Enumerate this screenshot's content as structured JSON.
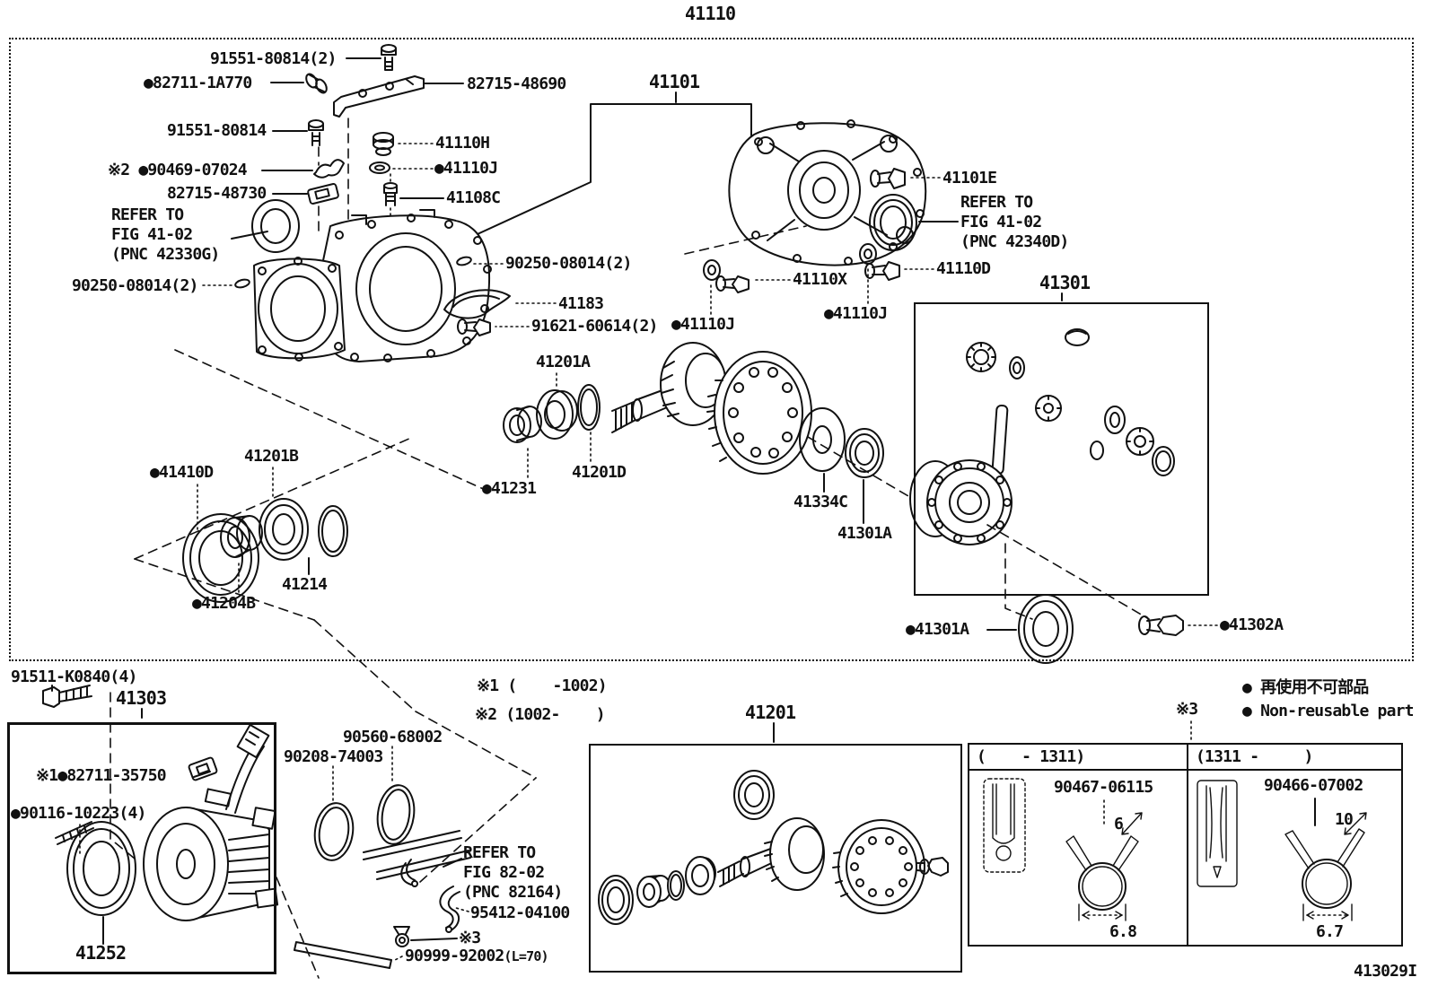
{
  "page": {
    "background": "#ffffff",
    "line_color": "#111111"
  },
  "figure": {
    "title": "41110",
    "corner_code": "413029I"
  },
  "labels": {
    "bolt_91551_2": "91551-80814(2)",
    "clip_82711_1a770": "●82711-1A770",
    "bracket_82715_48690": "82715-48690",
    "bolt_91551": "91551-80814",
    "plug_41110h": "41110H",
    "clamp_90469": "※2 ●90469-07024",
    "gasket_41110j_top": "●41110J",
    "clip_82715_48730": "82715-48730",
    "breather_41108c": "41108C",
    "refer_42330g_1": "REFER TO",
    "refer_42330g_2": "FIG 41-02",
    "refer_42330g_3": "(PNC 42330G)",
    "pin_90250_left": "90250-08014(2)",
    "housing_41101": "41101",
    "bolt_41101e": "41101E",
    "refer_42340d_1": "REFER TO",
    "refer_42340d_2": "FIG 41-02",
    "refer_42340d_3": "(PNC 42340D)",
    "pin_90250_mid": "90250-08014(2)",
    "bolt_41110d": "41110D",
    "bolt_41110x": "41110X",
    "baffle_41183": "41183",
    "bolt_91621": "91621-60614(2)",
    "washer_41110j_mid": "●41110J",
    "washer_41110j_right": "●41110J",
    "case_41301": "41301",
    "bearing_41201a": "41201A",
    "ring_41201d": "41201D",
    "collar_41231": "●41231",
    "washer_41334c": "41334C",
    "bearing_41301a_in": "41301A",
    "seal_41410d": "●41410D",
    "bearing_41201b": "41201B",
    "ring_41214": "41214",
    "spacer_41204b": "●41204B",
    "bearing_41301a_out": "●41301A",
    "bolt_41302a": "●41302A",
    "bolt_91511": "91511-K0840(4)",
    "coupling_41303": "41303",
    "clip_82711_35750": "※1●82711-35750",
    "stud_90116": "●90116-10223(4)",
    "seal_41252": "41252",
    "oring_90560": "90560-68002",
    "oring_90208": "90208-74003",
    "refer_82164_1": "REFER TO",
    "refer_82164_2": "FIG 82-02",
    "refer_82164_3": "(PNC 82164)",
    "hose_95412": "95412-04100",
    "clamp_star3": "※3",
    "hose_90999": "90999-92002",
    "hose_90999_len": "(L=70)",
    "gearkit_41201": "41201"
  },
  "notes": {
    "star1": "※1 (    -1002)",
    "star2": "※2 (1002-    )",
    "star3_table": "※3"
  },
  "legend": {
    "jp": "● 再使用不可部品",
    "en": "● Non-reusable part"
  },
  "table": {
    "header_left": "(    - 1311)",
    "header_right": "(1311 -     )",
    "part_left": "90467-06115",
    "part_right": "90466-07002",
    "dim_left_angle": "6",
    "dim_left_width": "6.8",
    "dim_right_angle": "10",
    "dim_right_width": "6.7"
  }
}
